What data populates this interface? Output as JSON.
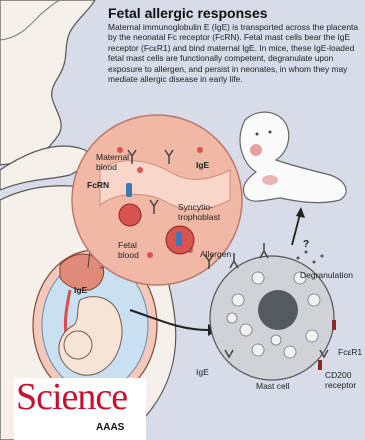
{
  "header": {
    "title": "Fetal allergic responses",
    "caption": "Maternal immunoglobulin E (IgE) is transported across the placenta by the neonatal Fc receptor (FcRN). Fetal mast cells bear the IgE receptor (FcεR1) and bind maternal IgE. In mice, these IgE-loaded fetal mast cells are functionally competent, degranulate upon exposure to allergen, and persist in neonates, in whom they may mediate allergic disease in early life."
  },
  "placenta": {
    "maternal_blood": "Maternal\nblood",
    "ige": "IgE",
    "fcrn": "FcRN",
    "syncytiotrophoblast": "Syncytio-\ntrophoblast",
    "fetal_blood": "Fetal\nblood"
  },
  "uterus": {
    "ige": "IgE"
  },
  "mast_cell": {
    "allergen": "Allergen",
    "question": "?",
    "degranulation": "Degranulation",
    "fcer1": "FcεR1",
    "ige": "IgE",
    "mast_cell": "Mast cell",
    "cd200": "CD200\nreceptor"
  },
  "logo": {
    "word": "Science",
    "sub": "AAAS"
  },
  "colors": {
    "background": "#d8dbe8",
    "placenta": "#f2b8a6",
    "blood": "#d9534f",
    "cell": "#cfd2d6",
    "logo_red": "#c8102e"
  }
}
